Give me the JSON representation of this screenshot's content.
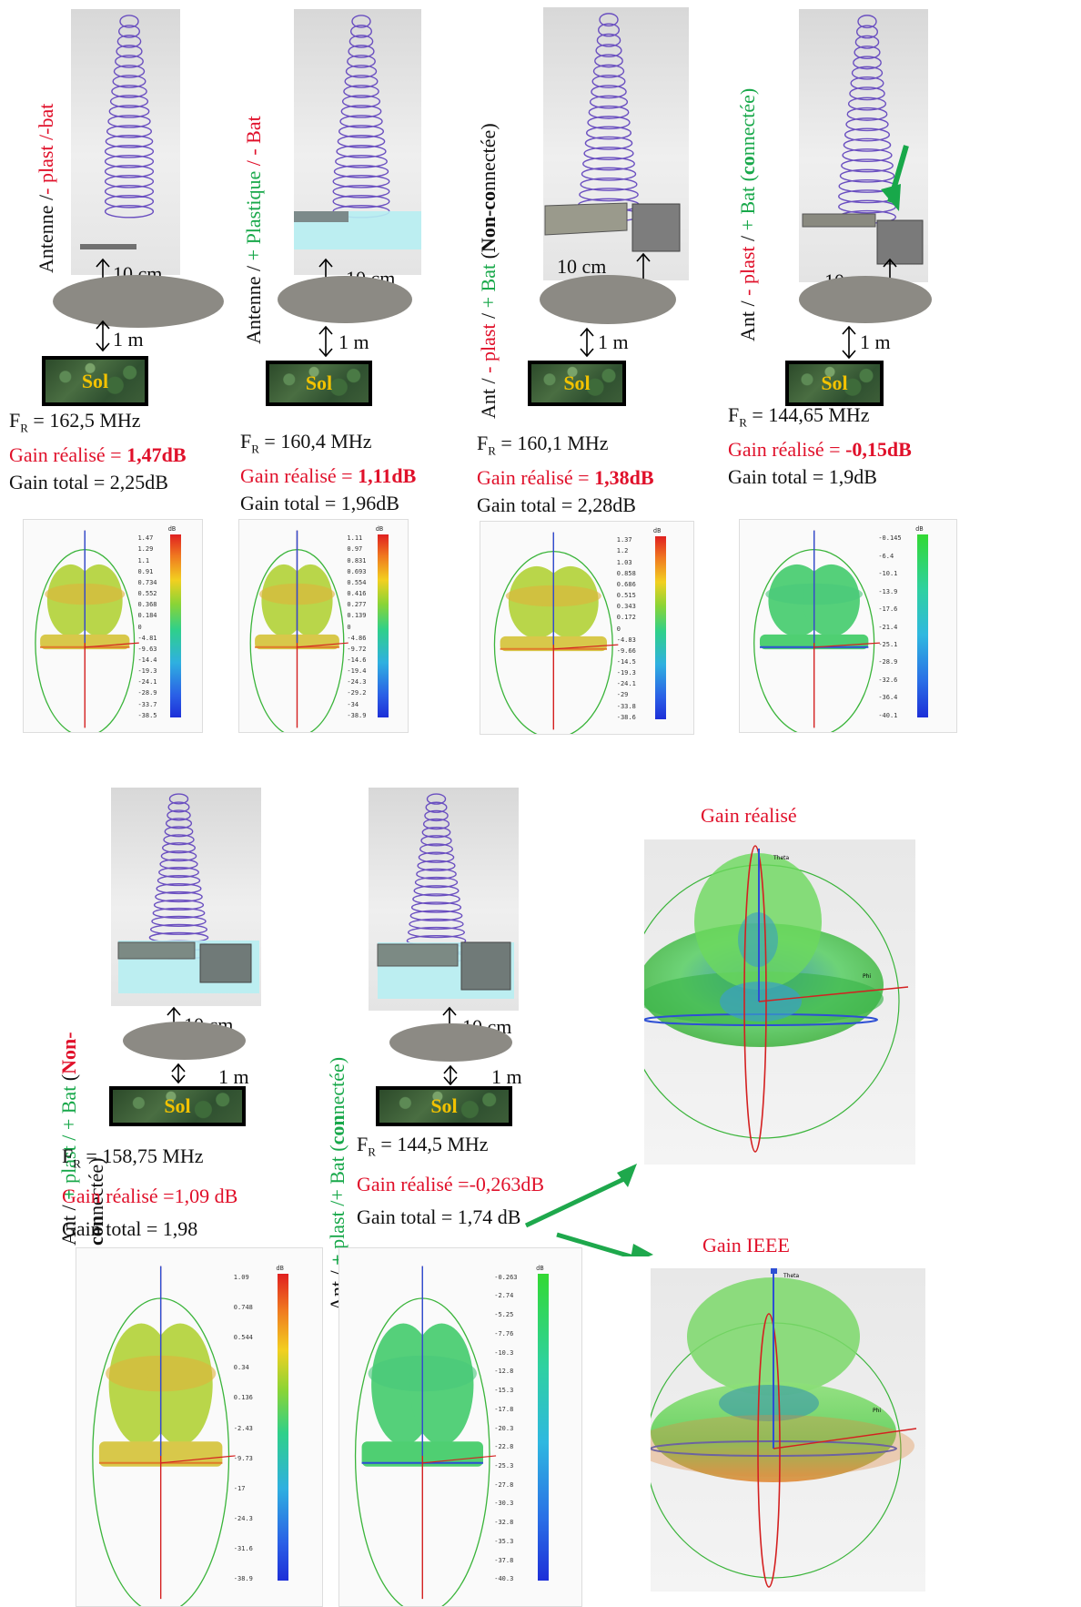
{
  "columns": [
    {
      "label_parts": [
        {
          "t": "Antenne /",
          "c": "black",
          "b": false
        },
        {
          "t": "- plast /-bat",
          "c": "red",
          "b": false
        }
      ],
      "dist_top": "10 cm",
      "dist_bottom": "1 m",
      "sol": "Sol",
      "fr": "= 162,5 MHz",
      "gain_realise_label": "Gain réalisé = ",
      "gain_realise_value": "1,47dB",
      "gain_total": "Gain total = 2,25dB",
      "scale_unit": "dB",
      "scale": [
        "1.47",
        "1.29",
        "1.1",
        "0.91",
        "0.734",
        "0.552",
        "0.368",
        "0.184",
        "0",
        "-4.81",
        "-9.63",
        "-14.4",
        "-19.3",
        "-24.1",
        "-28.9",
        "-33.7",
        "-38.5"
      ]
    },
    {
      "label_parts": [
        {
          "t": "Antenne / ",
          "c": "black",
          "b": false
        },
        {
          "t": "+ Plastique",
          "c": "green",
          "b": false
        },
        {
          "t": " / - Bat",
          "c": "red",
          "b": false
        }
      ],
      "dist_top": "10 cm",
      "dist_bottom": "1 m",
      "sol": "Sol",
      "fr": "= 160,4 MHz",
      "gain_realise_label": "Gain réalisé = ",
      "gain_realise_value": "1,11dB",
      "gain_total": "Gain total = 1,96dB",
      "scale_unit": "dB",
      "scale": [
        "1.11",
        "0.97",
        "0.831",
        "0.693",
        "0.554",
        "0.416",
        "0.277",
        "0.139",
        "0",
        "-4.86",
        "-9.72",
        "-14.6",
        "-19.4",
        "-24.3",
        "-29.2",
        "-34",
        "-38.9"
      ]
    },
    {
      "label_parts": [
        {
          "t": "Ant / ",
          "c": "black",
          "b": false
        },
        {
          "t": "- plast",
          "c": "red",
          "b": false
        },
        {
          "t": " / ",
          "c": "black",
          "b": false
        },
        {
          "t": "+ Bat",
          "c": "green",
          "b": false
        },
        {
          "t": " (",
          "c": "black",
          "b": false
        },
        {
          "t": "Non-co",
          "c": "black",
          "b": true
        },
        {
          "t": "nnectée)",
          "c": "black",
          "b": false
        }
      ],
      "dist_top": "10 cm",
      "dist_bottom": "1 m",
      "sol": "Sol",
      "fr": "= 160,1 MHz",
      "gain_realise_label": "Gain réalisé = ",
      "gain_realise_value": "1,38dB",
      "gain_total": "Gain total = 2,28dB",
      "scale_unit": "dB",
      "scale": [
        "1.37",
        "1.2",
        "1.03",
        "0.858",
        "0.686",
        "0.515",
        "0.343",
        "0.172",
        "0",
        "-4.83",
        "-9.66",
        "-14.5",
        "-19.3",
        "-24.1",
        "-29",
        "-33.8",
        "-38.6"
      ]
    },
    {
      "label_parts": [
        {
          "t": "Ant / ",
          "c": "black",
          "b": false
        },
        {
          "t": "- plast",
          "c": "red",
          "b": false
        },
        {
          "t": " / ",
          "c": "black",
          "b": false
        },
        {
          "t": "+ Bat",
          "c": "green",
          "b": false
        },
        {
          "t": " (",
          "c": "green",
          "b": false
        },
        {
          "t": "co",
          "c": "green",
          "b": true
        },
        {
          "t": "nnectée)",
          "c": "green",
          "b": false
        }
      ],
      "dist_top": "10",
      "dist_bottom": "1 m",
      "sol": "Sol",
      "fr": "= 144,65 MHz",
      "gain_realise_label": "Gain réalisé = ",
      "gain_realise_value": "-0,15dB",
      "gain_total": "Gain total = 1,9dB",
      "scale_unit": "dB",
      "scale": [
        "-0.145",
        "-6.4",
        "-10.1",
        "-13.9",
        "-17.6",
        "-21.4",
        "-25.1",
        "-28.9",
        "-32.6",
        "-36.4",
        "-40.1"
      ]
    }
  ],
  "bottom": [
    {
      "label_line1_parts": [
        {
          "t": "Ant / ",
          "c": "black",
          "b": false
        },
        {
          "t": "+ ",
          "c": "green",
          "b": true
        },
        {
          "t": "plast / ",
          "c": "green",
          "b": false
        },
        {
          "t": "+ Bat",
          "c": "green",
          "b": false
        },
        {
          "t": " (",
          "c": "black",
          "b": false
        },
        {
          "t": "Non-",
          "c": "red",
          "b": true
        }
      ],
      "label_line2_parts": [
        {
          "t": "con",
          "c": "black",
          "b": true
        },
        {
          "t": "nectée)",
          "c": "black",
          "b": false
        }
      ],
      "dist_top": "10 cm",
      "dist_bottom": "1 m",
      "sol": "Sol",
      "fr": "= 158,75 MHz",
      "gain_realise": "Gain réalisé =1,09 dB",
      "gain_total": "Gain total = 1,98",
      "scale_unit": "dB",
      "scale": [
        "1.09",
        "0.748",
        "0.544",
        "0.34",
        "0.136",
        "-2.43",
        "-9.73",
        "-17",
        "-24.3",
        "-31.6",
        "-38.9"
      ]
    },
    {
      "label_parts": [
        {
          "t": "Ant / ",
          "c": "black",
          "b": false
        },
        {
          "t": "+ ",
          "c": "green",
          "b": true
        },
        {
          "t": "plast /",
          "c": "green",
          "b": false
        },
        {
          "t": "+ Bat",
          "c": "green",
          "b": false
        },
        {
          "t": " (",
          "c": "green",
          "b": false
        },
        {
          "t": "con",
          "c": "green",
          "b": true
        },
        {
          "t": "nectée)",
          "c": "green",
          "b": false
        }
      ],
      "dist_top": "10 cm",
      "dist_bottom": "1 m",
      "sol": "Sol",
      "fr": "= 144,5 MHz",
      "gain_realise": "Gain réalisé =-0,263dB",
      "gain_total": "Gain total = 1,74 dB",
      "scale_unit": "dB",
      "scale": [
        "-0.263",
        "-2.74",
        "-5.25",
        "-7.76",
        "-10.3",
        "-12.8",
        "-15.3",
        "-17.8",
        "-20.3",
        "-22.8",
        "-25.3",
        "-27.8",
        "-30.3",
        "-32.8",
        "-35.3",
        "-37.8",
        "-40.3"
      ]
    }
  ],
  "right": {
    "caption_top": "Gain réalisé",
    "caption_bottom": "Gain IEEE",
    "axis_theta": "Theta",
    "axis_phi": "Phi"
  },
  "colors": {
    "red": "#e0102a",
    "green": "#18a84a",
    "coil": "#6a4fc0"
  }
}
